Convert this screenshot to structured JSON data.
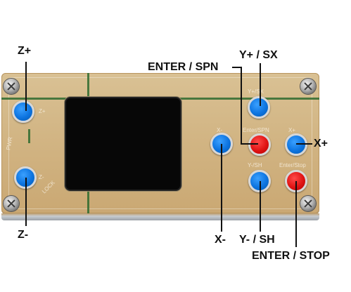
{
  "callouts": {
    "z_plus": "Z+",
    "y_plus_sx": "Y+ / SX",
    "enter_spn": "ENTER / SPN",
    "x_plus": "X+",
    "z_minus": "Z-",
    "x_minus": "X-",
    "y_minus_sh": "Y- / SH",
    "enter_stop": "ENTER / STOP"
  },
  "silkscreen": {
    "z_plus": "Z+",
    "y_plus": "Y+/SX",
    "x_minus": "X-",
    "enter_spn": "Enter/SPN",
    "x_plus": "X+",
    "y_minus": "Y-/SH",
    "enter_stop": "Enter/Stop",
    "z_minus": "Z-",
    "edge_left": "PWR",
    "edge_left_low": "LOCK"
  },
  "colors": {
    "board": "#d2b584",
    "trace_green": "#2f6b2f",
    "button_blue": "#0d74e0",
    "button_red": "#e01414",
    "screen": "#070707",
    "label_text": "#111111"
  },
  "icons": {
    "screw": "phillips-screw-icon"
  }
}
